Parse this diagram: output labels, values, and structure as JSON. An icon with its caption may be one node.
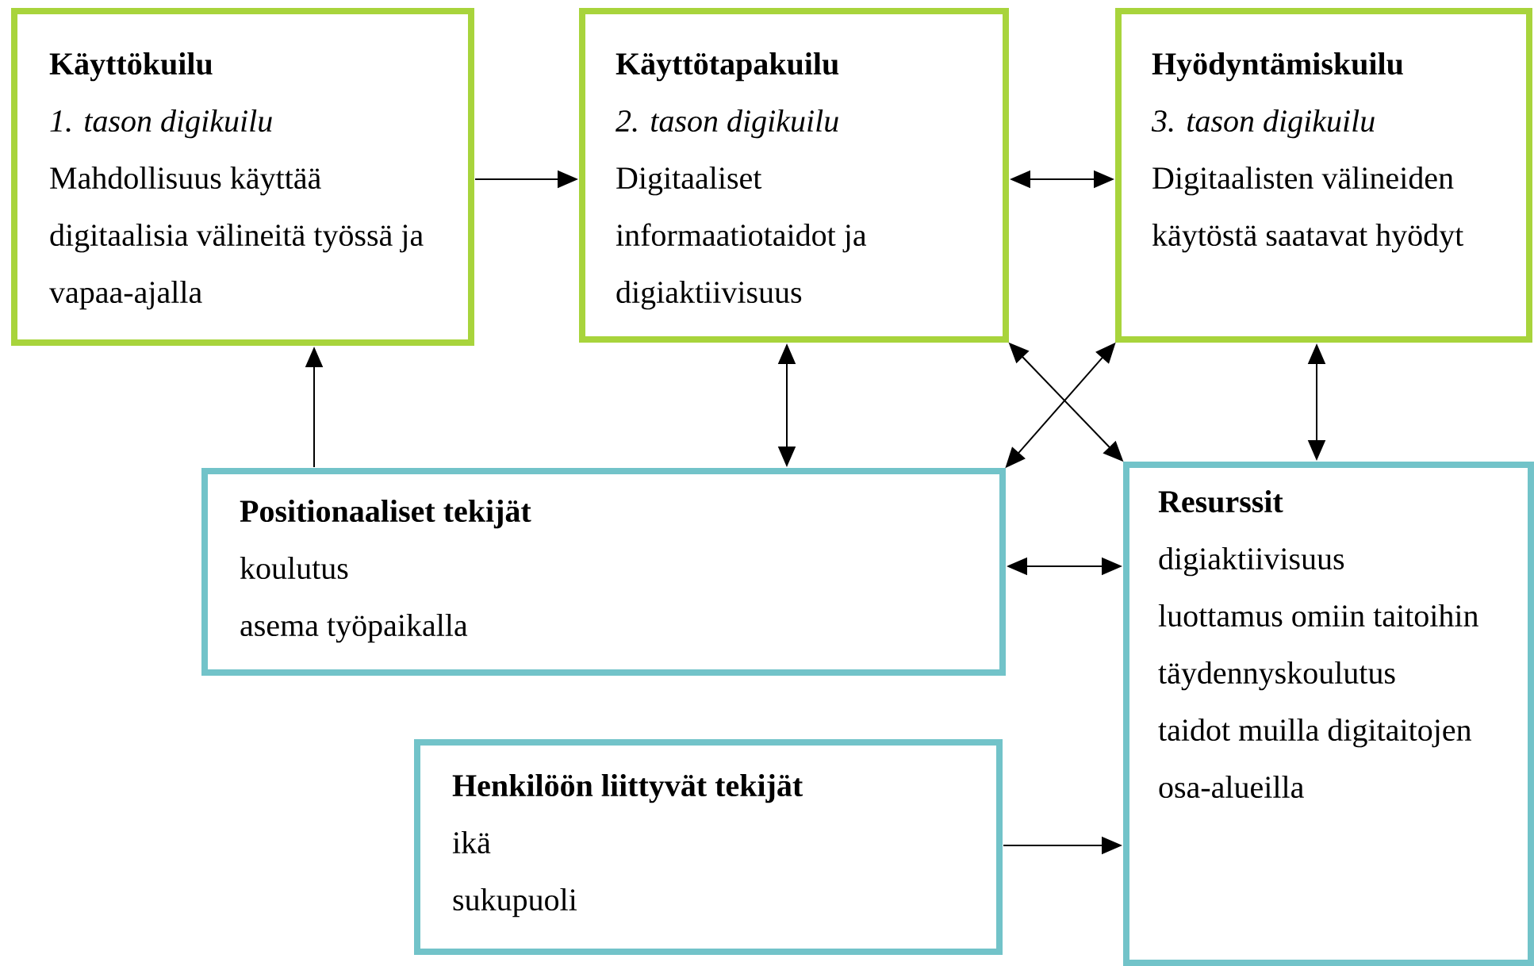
{
  "diagram": {
    "nodes": [
      {
        "text": [
          "Käyttökuilu",
          "1. tason digikuilu",
          "Mahdollisuus käyttää digitaalisia välineitä työssä ja vapaa-ajalla"
        ]
      },
      {
        "text": [
          "Käyttötapakuilu",
          "2. tason digikuilu",
          "Digitaaliset informaatiotaidot ja digiaktiivisuus"
        ]
      },
      {
        "text": [
          "Hyödyntämiskuilu",
          "3. tason digikuilu",
          "Digitaalisten välineiden käytöstä saatavat hyödyt"
        ]
      },
      {
        "text": [
          "Positionaaliset tekijät",
          "koulutus",
          "asema työpaikalla"
        ]
      },
      {
        "text": [
          "Resurssit",
          "digiaktiivisuus",
          "luottamus omiin taitoihin",
          "täydennyskoulutus",
          "taidot muilla digitaitojen osa-alueilla"
        ]
      },
      {
        "text": [
          "Henkilöön liittyvät tekijät",
          "ikä",
          "sukupuoli"
        ]
      }
    ],
    "edges": [
      {
        "from": 0,
        "to": 1,
        "arrow": "to"
      },
      {
        "from": 3,
        "to": 0,
        "arrow": "to"
      },
      {
        "from": 1,
        "to": 2,
        "arrow": "both"
      },
      {
        "from": 1,
        "to": 3,
        "arrow": "both"
      },
      {
        "from": 1,
        "to": 4,
        "arrow": "both"
      },
      {
        "from": 2,
        "to": 3,
        "arrow": "both"
      },
      {
        "from": 2,
        "to": 4,
        "arrow": "both"
      },
      {
        "from": 3,
        "to": 4,
        "arrow": "both"
      },
      {
        "from": 5,
        "to": 4,
        "arrow": "to"
      }
    ]
  }
}
